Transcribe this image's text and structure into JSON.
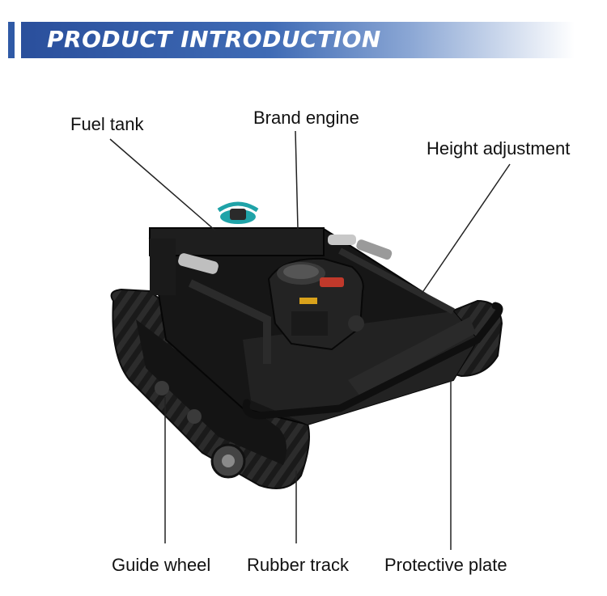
{
  "header": {
    "title": "PRODUCT INTRODUCTION",
    "accent_color": "#2f5aa6"
  },
  "callouts": {
    "fuel_tank": "Fuel tank",
    "brand_engine": "Brand engine",
    "height_adjustment": "Height adjustment",
    "guide_wheel": "Guide wheel",
    "rubber_track": "Rubber track",
    "protective_plate": "Protective plate"
  },
  "product_image": {
    "subject": "tracked robotic lawn mower",
    "colors": {
      "body": "#1b1b1b",
      "engine_badge": "#c0392b",
      "fuel_cap": "#1fa3a8"
    }
  }
}
